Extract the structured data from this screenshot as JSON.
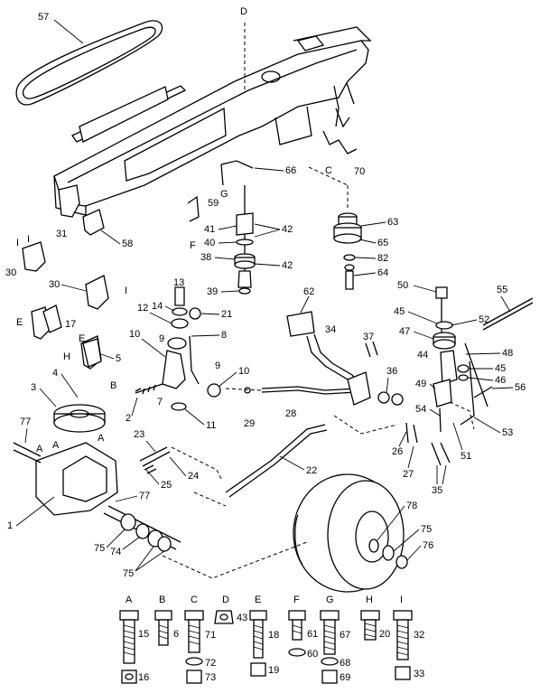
{
  "callouts": {
    "c57": "57",
    "cD": "D",
    "c31": "31",
    "c58": "58",
    "c30a": "30",
    "c30b": "30",
    "c66": "66",
    "cG": "G",
    "c59": "59",
    "cF": "F",
    "c70": "70",
    "cC": "C",
    "c41": "41",
    "c40": "40",
    "c42a": "42",
    "c38": "38",
    "c42b": "42",
    "c39": "39",
    "c63": "63",
    "c65": "65",
    "c82": "82",
    "c64": "64",
    "c13": "13",
    "c14": "14",
    "c12": "12",
    "c21": "21",
    "c9a": "9",
    "c8": "8",
    "c10a": "10",
    "c9b": "9",
    "c10b": "10",
    "c7": "7",
    "c11": "11",
    "c2": "2",
    "c29": "29",
    "c28": "28",
    "c17": "17",
    "cE": "E",
    "cH": "H",
    "cEb": "E",
    "c5": "5",
    "cB": "B",
    "c4": "4",
    "c3": "3",
    "c77a": "77",
    "cA1": "A",
    "cA2": "A",
    "cA3": "A",
    "c23": "23",
    "c24": "24",
    "c25": "25",
    "c77b": "77",
    "c1": "1",
    "c75a": "75",
    "c74": "74",
    "c75b": "75",
    "c22": "22",
    "c62": "62",
    "c34": "34",
    "c37": "37",
    "c36": "36",
    "c26": "26",
    "c27": "27",
    "c35": "35",
    "c78": "78",
    "c75c": "75",
    "c76": "76",
    "c50": "50",
    "c55": "55",
    "c45a": "45",
    "c52": "52",
    "c47": "47",
    "c44": "44",
    "c48": "48",
    "c45b": "45",
    "c46": "46",
    "c49": "49",
    "c56": "56",
    "c54": "54",
    "c51": "51",
    "c53": "53",
    "cI1": "I",
    "cI2": "I",
    "cI3": "I"
  },
  "hardware": [
    {
      "letter": "A",
      "top": "15",
      "bottom": "16"
    },
    {
      "letter": "B",
      "top": "6",
      "bottom": ""
    },
    {
      "letter": "C",
      "top": "71",
      "bottom": "72",
      "bottom2": "73"
    },
    {
      "letter": "D",
      "top": "43",
      "bottom": ""
    },
    {
      "letter": "E",
      "top": "18",
      "bottom": "19"
    },
    {
      "letter": "F",
      "top": "61",
      "bottom": "60"
    },
    {
      "letter": "G",
      "top": "67",
      "bottom": "68",
      "bottom2": "69"
    },
    {
      "letter": "H",
      "top": "20",
      "bottom": ""
    },
    {
      "letter": "I",
      "top": "32",
      "bottom": "33"
    }
  ]
}
